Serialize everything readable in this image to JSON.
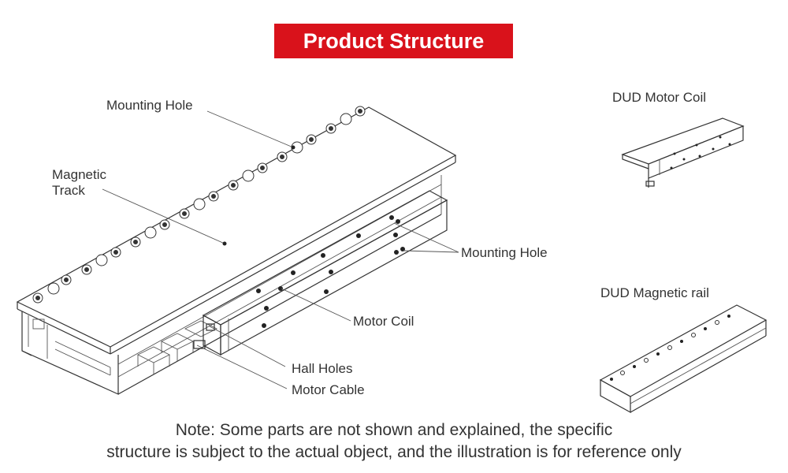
{
  "title": "Product Structure",
  "labels": {
    "mounting_hole_top": "Mounting Hole",
    "magnetic_track": "Magnetic\nTrack",
    "mounting_hole_right": "Mounting Hole",
    "motor_coil": "Motor Coil",
    "hall_holes": "Hall Holes",
    "motor_cable": "Motor Cable",
    "dud_motor_coil": "DUD Motor Coil",
    "dud_magnetic_rail": "DUD Magnetic rail"
  },
  "note": {
    "line1": "Note: Some parts are not shown and explained, the specific",
    "line2": "structure is subject to the actual object, and the illustration is for reference only"
  },
  "colors": {
    "accent": "#d9121b"
  }
}
